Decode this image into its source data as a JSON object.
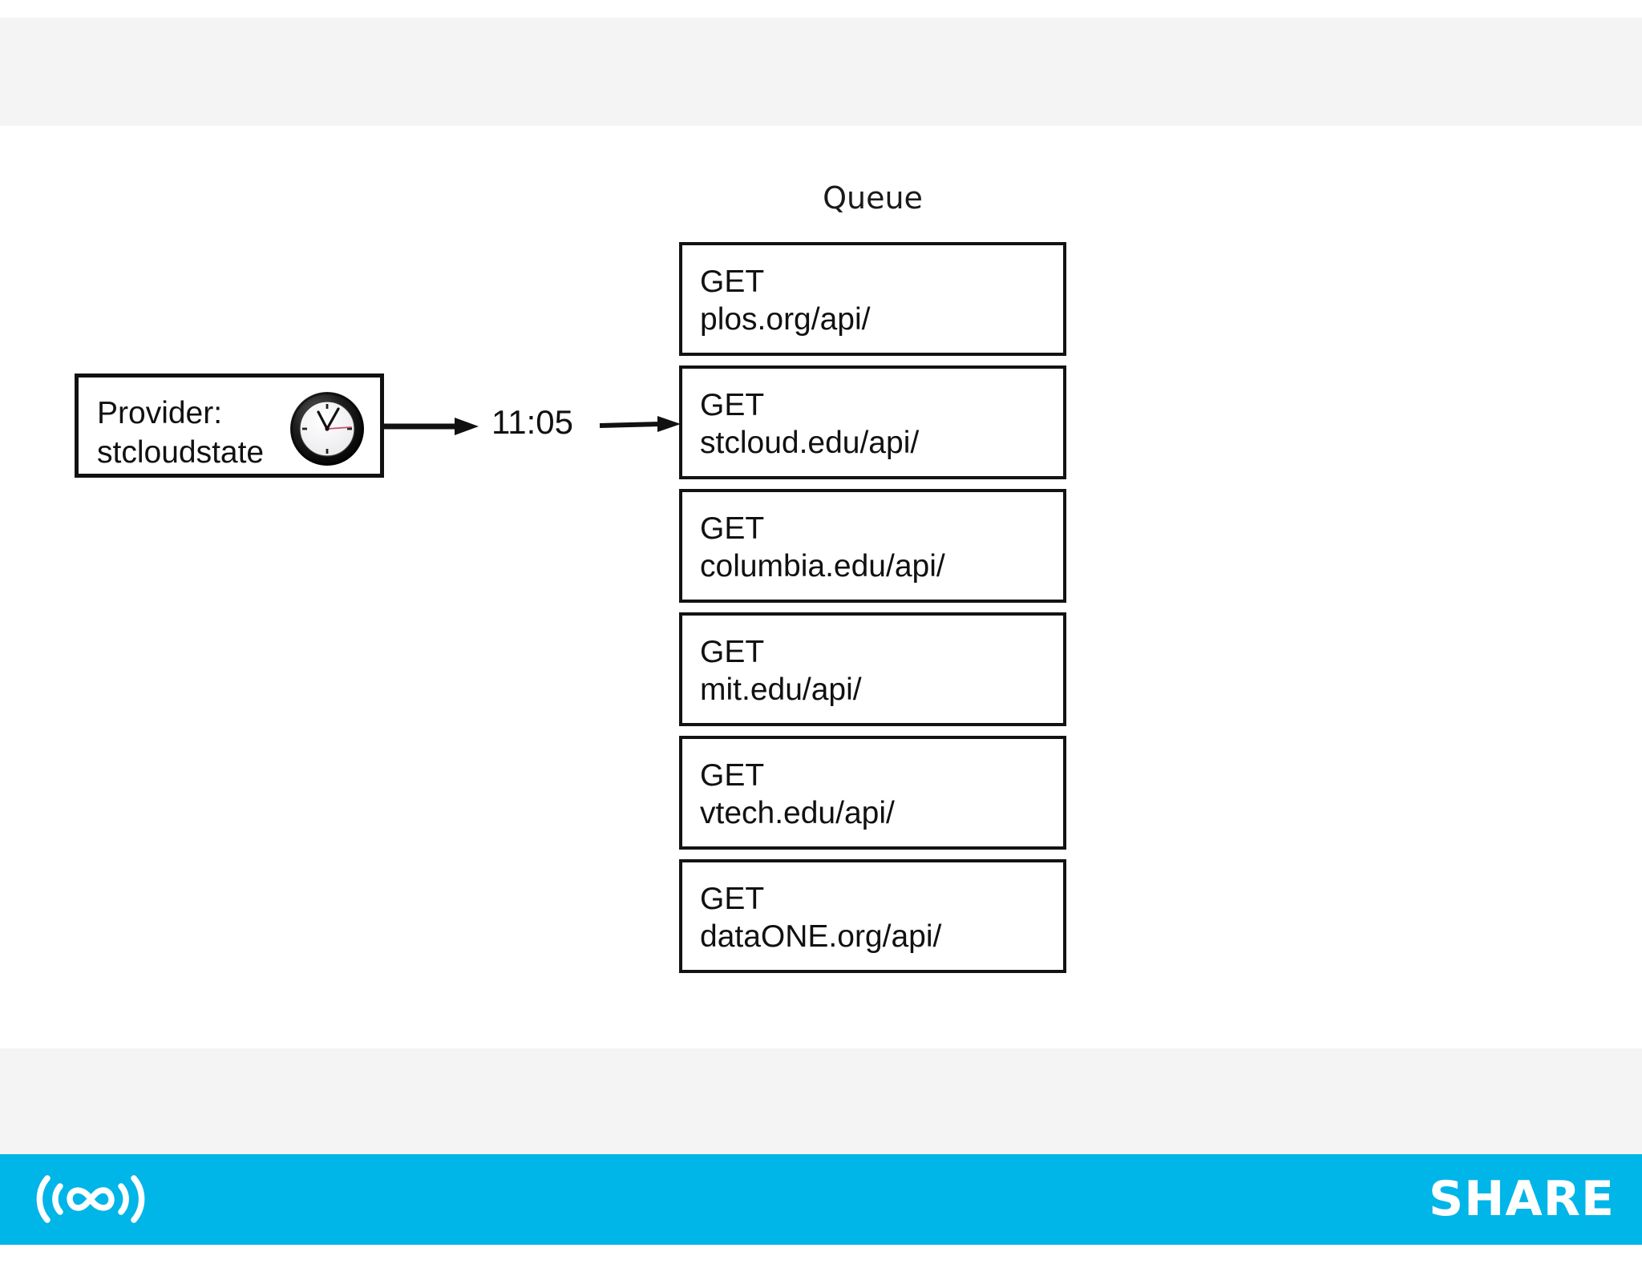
{
  "slide": {
    "background_color": "#ffffff",
    "band_color": "#f4f4f5"
  },
  "diagram": {
    "provider_node": {
      "label_line1": "Provider:",
      "label_line2": "stcloudstate",
      "clock_icon": "analog-clock-icon",
      "clock_face_color": "#f2f2f2",
      "clock_bezel_color": "#151515",
      "clock_second_hand_color": "#c94f63"
    },
    "time_label": "11:05",
    "arrow_1": "arrow-right-icon",
    "arrow_2": "arrow-right-icon",
    "queue": {
      "title": "Queue",
      "items": [
        {
          "method": "GET",
          "url": "plos.org/api/"
        },
        {
          "method": "GET",
          "url": "stcloud.edu/api/"
        },
        {
          "method": "GET",
          "url": "columbia.edu/api/"
        },
        {
          "method": "GET",
          "url": "mit.edu/api/"
        },
        {
          "method": "GET",
          "url": "vtech.edu/api/"
        },
        {
          "method": "GET",
          "url": "dataONE.org/api/"
        }
      ]
    }
  },
  "footer": {
    "logo_icon": "share-infinity-broadcast-logo",
    "wordmark": "SHARE",
    "bar_color": "#00b5e8",
    "foreground_color": "#ffffff"
  }
}
